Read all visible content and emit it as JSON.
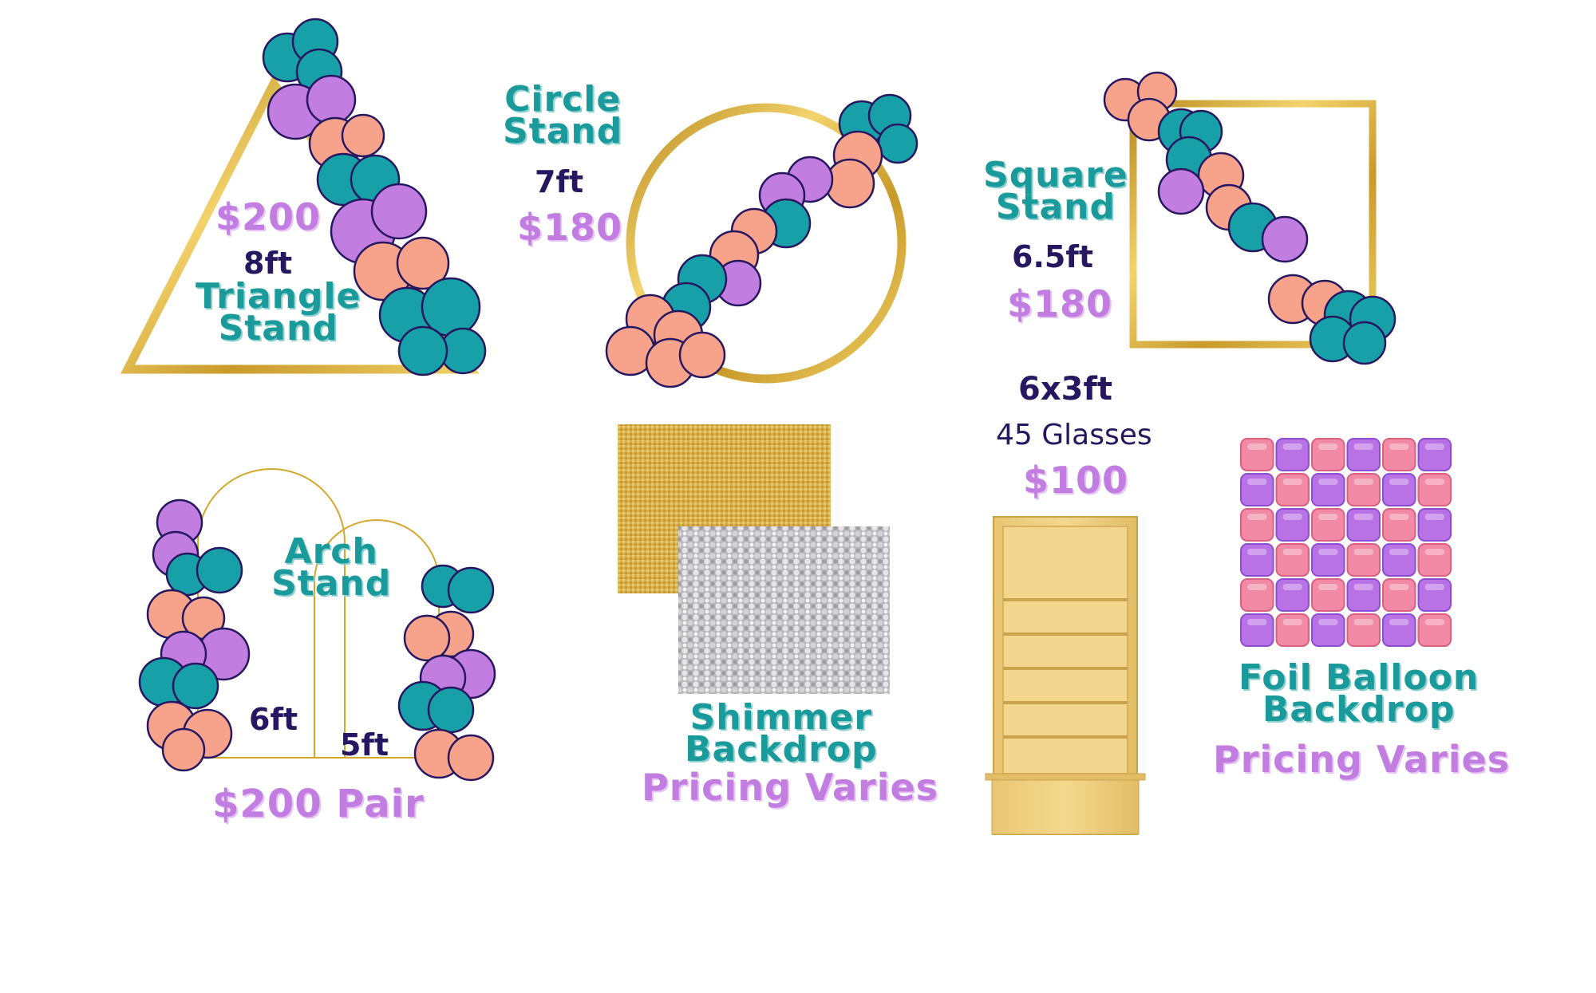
{
  "triangle": {
    "price": "$200",
    "size": "8ft",
    "name_line1": "Triangle",
    "name_line2": "Stand",
    "icon": "triangle-balloon-stand-icon"
  },
  "circle": {
    "name_line1": "Circle",
    "name_line2": "Stand",
    "size": "7ft",
    "price": "$180",
    "icon": "circle-balloon-stand-icon"
  },
  "square": {
    "name_line1": "Square",
    "name_line2": "Stand",
    "size": "6.5ft",
    "price": "$180",
    "icon": "square-balloon-stand-icon"
  },
  "arch": {
    "name_line1": "Arch",
    "name_line2": "Stand",
    "size_tall": "6ft",
    "size_short": "5ft",
    "price": "$200 Pair",
    "icon": "arch-balloon-stand-icon"
  },
  "shimmer": {
    "name_line1": "Shimmer",
    "name_line2": "Backdrop",
    "price": "Pricing Varies",
    "icon": "shimmer-backdrop-icon"
  },
  "champagne_wall": {
    "size": "6x3ft",
    "capacity": "45 Glasses",
    "price": "$100",
    "icon": "wooden-shelf-wall-icon"
  },
  "foil": {
    "name_line1": "Foil Balloon",
    "name_line2": "Backdrop",
    "price": "Pricing Varies",
    "icon": "foil-balloon-wall-icon"
  },
  "colors": {
    "teal": "#1a9a9a",
    "purple": "#c27de0",
    "coral": "#f7a38c",
    "navy": "#261760",
    "gold": "#d4a72c"
  }
}
